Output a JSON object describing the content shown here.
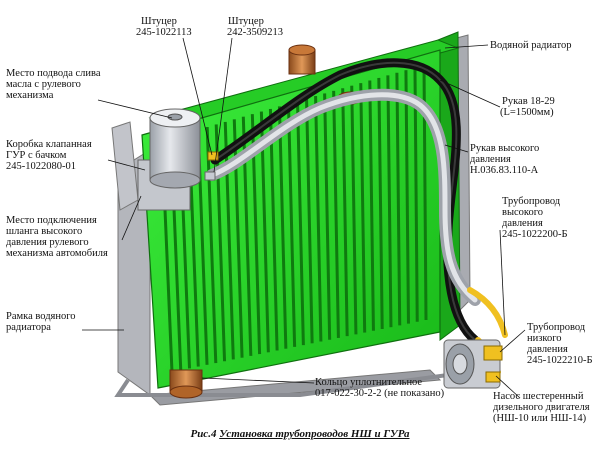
{
  "labels": {
    "shtucer_1_title": "Штуцер",
    "shtucer_1_code": "245-1022113",
    "shtucer_2_title": "Штуцер",
    "shtucer_2_code": "242-3509213",
    "drain_1": "Место подвода слива",
    "drain_2": "масла с рулевого",
    "drain_3": "механизма",
    "valve_1": "Коробка клапанная",
    "valve_2": "ГУР с бачком",
    "valve_3": "245-1022080-01",
    "hp_conn_1": "Место подключения",
    "hp_conn_2": "шланга высокого",
    "hp_conn_3": "давления рулевого",
    "hp_conn_4": "механизма автомобиля",
    "frame_1": "Рамка водяного",
    "frame_2": "радиатора",
    "radiator": "Водяной радиатор",
    "hose_1": "Рукав 18-29",
    "hose_2": "(L=1500мм)",
    "hp_hose_1": "Рукав высокого",
    "hp_hose_2": "давления",
    "hp_hose_3": "Н.036.83.110-А",
    "hp_pipe_1": "Трубопровод",
    "hp_pipe_2": "высокого",
    "hp_pipe_3": "давления",
    "hp_pipe_4": "245-1022200-Б",
    "lp_pipe_1": "Трубопровод",
    "lp_pipe_2": "низкого",
    "lp_pipe_3": "давления",
    "lp_pipe_4": "245-1022210-Б",
    "ring_1": "Кольцо уплотнительное",
    "ring_2": "017-022-30-2-2 (не показано)",
    "pump_1": "Насос шестеренный",
    "pump_2": "дизельного двигателя",
    "pump_3": "(НШ-10 или НШ-14)"
  },
  "caption": {
    "prefix": "Рис.4",
    "title": "Установка трубопроводов НШ и ГУРа"
  },
  "colors": {
    "radiator_green": "#22dd22",
    "hose_black": "#111111",
    "pipe_grey": "#c9ccd2",
    "fitting_yellow": "#f0c020",
    "pipe_copper": "#c87838",
    "frame_grey": "#a8aab0"
  }
}
